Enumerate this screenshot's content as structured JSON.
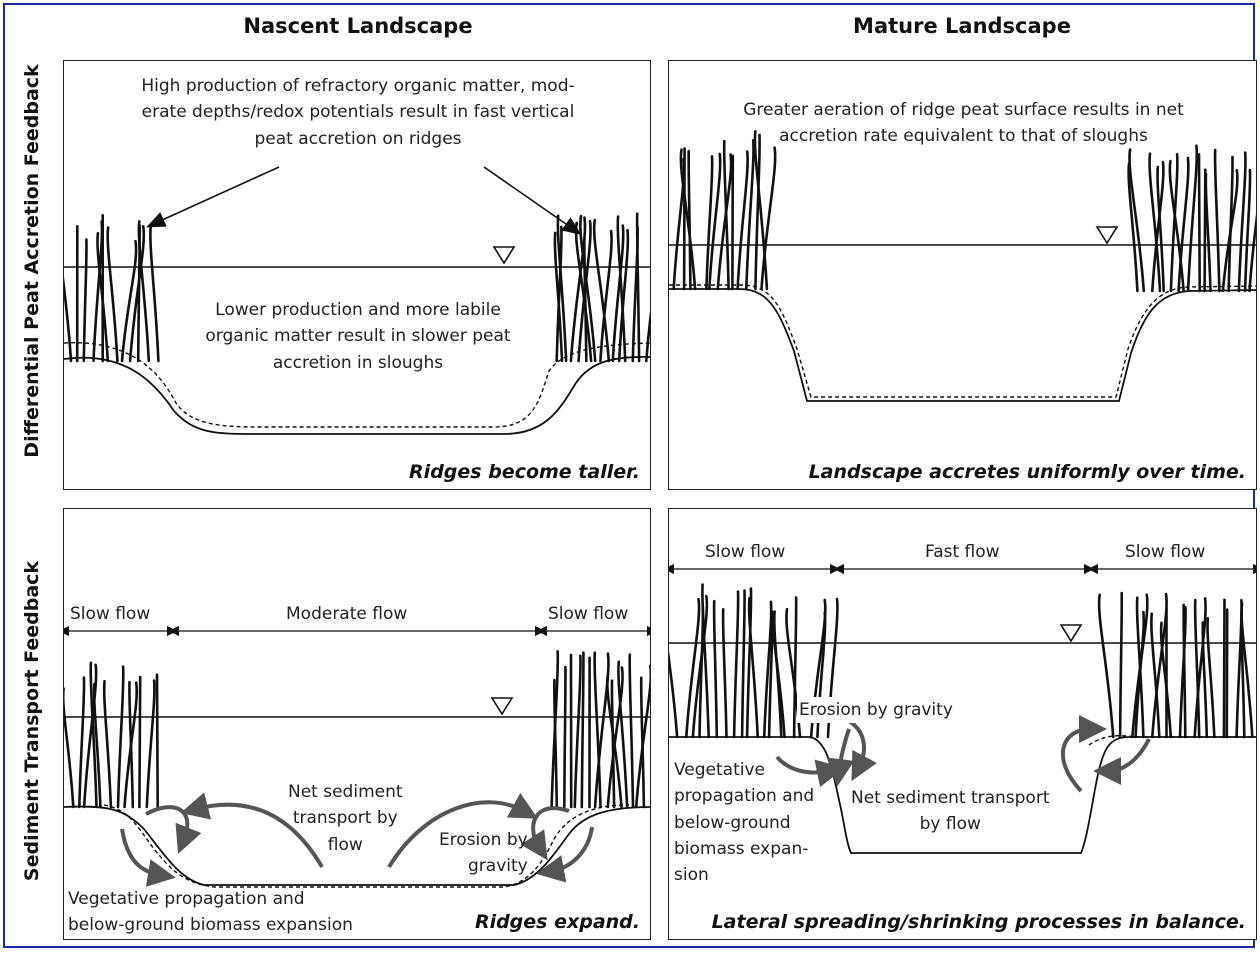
{
  "columns": {
    "left": "Nascent Landscape",
    "right": "Mature Landscape"
  },
  "rows": {
    "top": "Differential Peat Accretion Feedback",
    "bottom": "Sediment Transport Feedback"
  },
  "panel_a": {
    "text_top": [
      "High production of refractory organic matter, mod-",
      "erate depths/redox potentials result in fast vertical",
      "peat accretion on ridges"
    ],
    "text_mid": [
      "Lower production and more labile",
      "organic matter result in slower peat",
      "accretion in sloughs"
    ],
    "caption": "Ridges become taller."
  },
  "panel_b": {
    "text_top": [
      "Greater aeration of ridge peat surface results in net",
      "accretion rate equivalent to that of sloughs"
    ],
    "caption": "Landscape accretes uniformly over time."
  },
  "panel_c": {
    "flow_left": "Slow flow",
    "flow_mid": "Moderate flow",
    "flow_right": "Slow flow",
    "net_sediment": [
      "Net sediment",
      "transport by",
      "flow"
    ],
    "erosion": [
      "Erosion by",
      "gravity"
    ],
    "vegetative": [
      "Vegetative propagation and",
      "below-ground biomass expansion"
    ],
    "caption": "Ridges expand."
  },
  "panel_d": {
    "flow_left": "Slow flow",
    "flow_mid": "Fast flow",
    "flow_right": "Slow flow",
    "erosion": "Erosion by gravity",
    "vegetative": [
      "Vegetative",
      "propagation and",
      "below-ground",
      "biomass expan-",
      "sion"
    ],
    "net_sediment": [
      "Net sediment transport",
      "by flow"
    ],
    "caption": "Lateral spreading/shrinking processes in balance."
  }
}
